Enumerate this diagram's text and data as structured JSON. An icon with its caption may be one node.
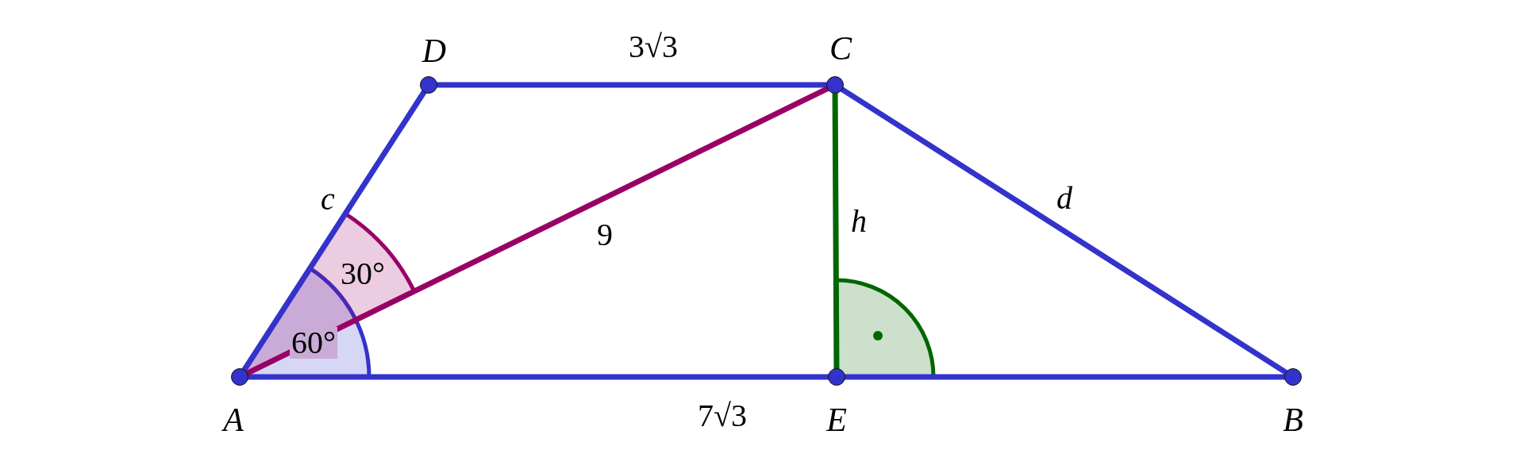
{
  "diagram": {
    "nodes": [
      {
        "text": [
          "D"
        ]
      },
      {
        "text": [
          "C"
        ]
      },
      {
        "text": [
          "A"
        ]
      },
      {
        "text": [
          "E"
        ]
      },
      {
        "text": [
          "B"
        ]
      }
    ],
    "edges": [
      {
        "from": 2,
        "to": 0,
        "arrow": "none",
        "label": "c"
      },
      {
        "from": 0,
        "to": 1,
        "arrow": "none",
        "label": "3√3"
      },
      {
        "from": 1,
        "to": 4,
        "arrow": "none",
        "label": "d"
      },
      {
        "from": 2,
        "to": 4,
        "arrow": "none",
        "label": "7√3"
      },
      {
        "from": 2,
        "to": 1,
        "arrow": "none",
        "label": "9",
        "color": "#990066"
      },
      {
        "from": 1,
        "to": 3,
        "arrow": "none",
        "label": "h",
        "color": "#006600"
      }
    ],
    "labels": [
      "30°",
      "60°"
    ]
  }
}
